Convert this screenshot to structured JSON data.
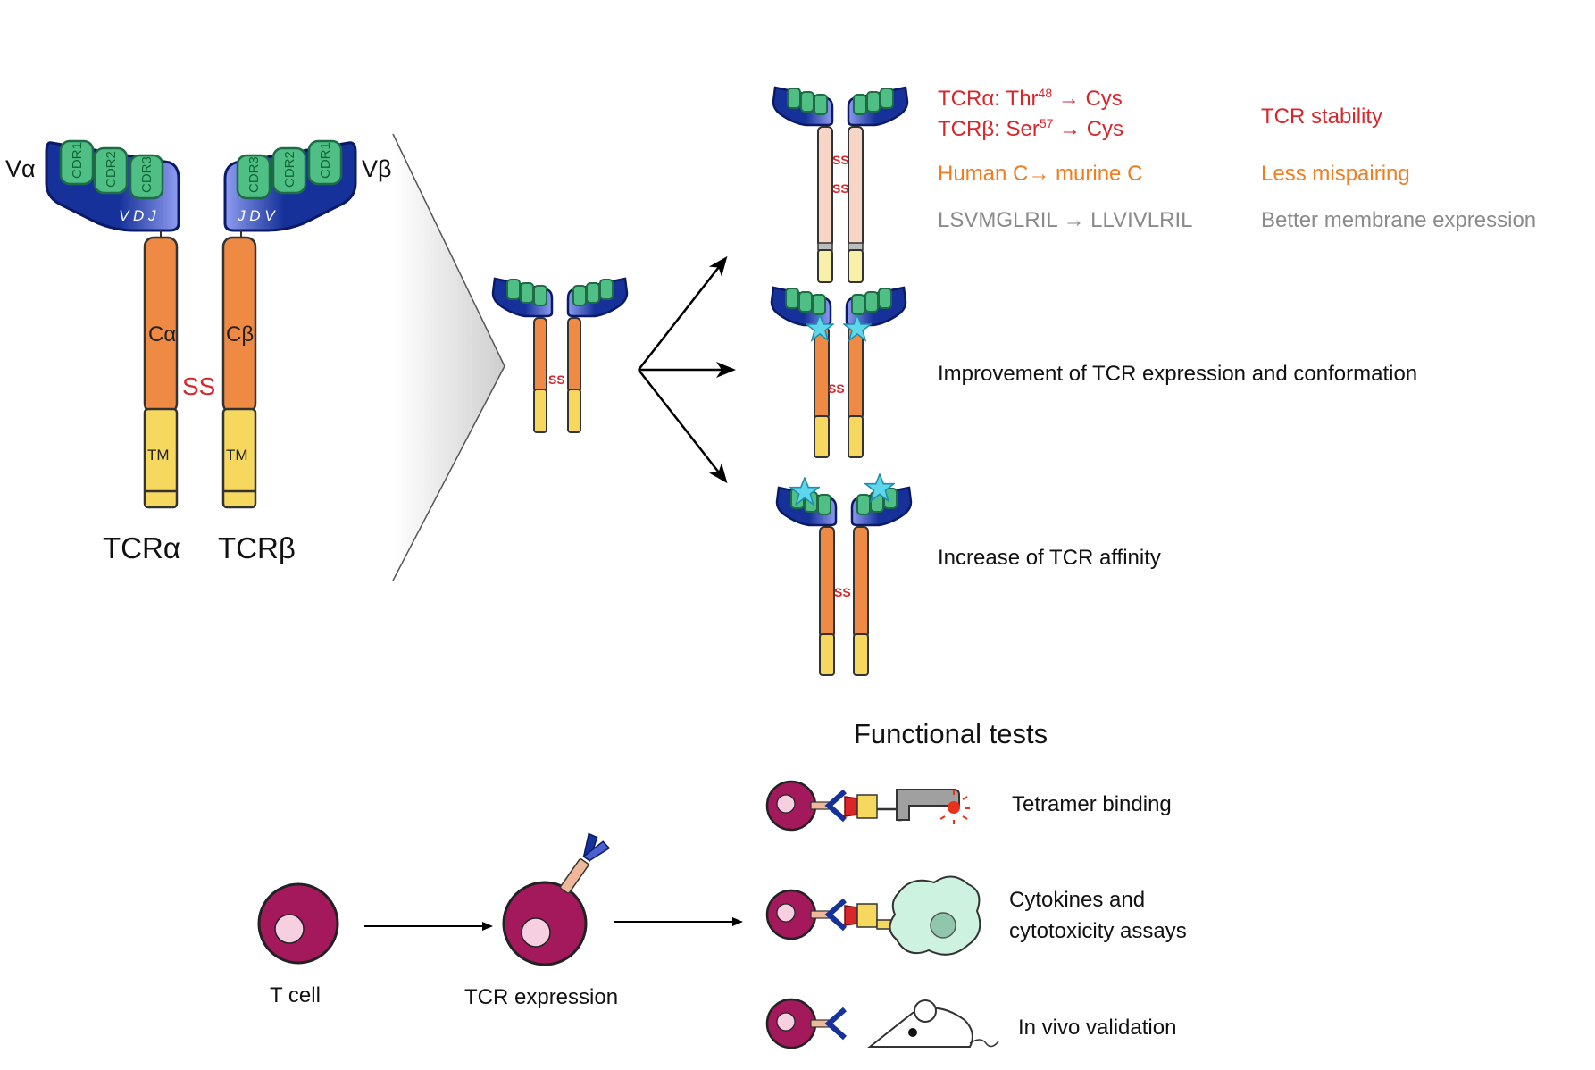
{
  "main_tcr": {
    "va_label": "Vα",
    "vb_label": "Vβ",
    "cdr_alpha": [
      "CDR1",
      "CDR2",
      "CDR3"
    ],
    "cdr_beta": [
      "CDR3",
      "CDR2",
      "CDR1"
    ],
    "vdj_alpha": "V  D J",
    "vdj_beta": "J D  V",
    "ca_label": "Cα",
    "cb_label": "Cβ",
    "ss_label": "SS",
    "tm_alpha": "TM",
    "tm_beta": "TM",
    "tcr_alpha_label": "TCRα",
    "tcr_beta_label": "TCRβ"
  },
  "center_tcr": {
    "ss_label": "SS"
  },
  "modifications": [
    {
      "ss_label_1": "SS",
      "ss_label_2": "SS",
      "lines": [
        {
          "left_prefix": "TCRα: Thr",
          "left_sup": "48",
          "left_suffix": " → Cys",
          "color": "#d9262b"
        },
        {
          "left_prefix": "TCRβ: Ser",
          "left_sup": "57",
          "left_suffix": " → Cys",
          "color": "#d9262b"
        }
      ],
      "effect_1": "TCR stability",
      "effect_1_color": "#d9262b",
      "line_3": "Human C→ murine C",
      "effect_2": "Less mispairing",
      "orange_color": "#ef7d22",
      "line_4": "LSVMGLRIL → LLVIVLRIL",
      "effect_3": "Better membrane expression",
      "grey_color": "#8a8a8a"
    },
    {
      "ss_label": "SS",
      "text": "Improvement of TCR expression and conformation"
    },
    {
      "ss_label": "SS",
      "text": "Increase of TCR affinity"
    }
  ],
  "bottom": {
    "functional_tests_title": "Functional tests",
    "t_cell_label": "T cell",
    "tcr_expression_label": "TCR expression",
    "tests": [
      {
        "label": "Tetramer binding"
      },
      {
        "label_line1": "Cytokines and",
        "label_line2": "cytotoxicity assays"
      },
      {
        "label": "In vivo validation"
      }
    ]
  },
  "colors": {
    "v_domain_dark": "#16329a",
    "v_domain_light": "#7f8ee6",
    "cdr_green": "#4fbf86",
    "constant_orange": "#ef8a45",
    "tm_yellow": "#f6d85e",
    "cell_magenta": "#a3195b",
    "star_cyan": "#5fd6ec",
    "ss_red": "#d9262b"
  }
}
